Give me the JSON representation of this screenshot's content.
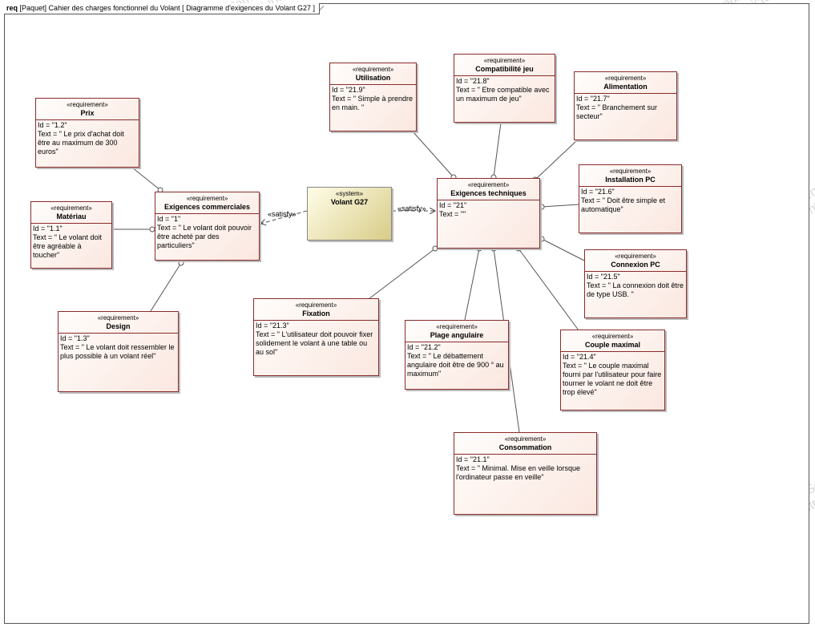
{
  "frame": {
    "kind": "req",
    "title": "[Paquet] Cahier des charges fonctionnel du Volant [ Diagramme d'exigences du Volant G27 ]"
  },
  "watermark": {
    "line1": "Version Académique pour Professeur Seulement",
    "line2": "Le Développement Commercial est strictement interdit"
  },
  "system": {
    "stereotype": "«system»",
    "name": "Volant G27"
  },
  "relations": {
    "satisfy_label": "«satisfy»"
  },
  "requirements": {
    "prix": {
      "stereotype": "«requirement»",
      "name": "Prix",
      "id": "Id = \"1.2\"",
      "text": "Text = \" Le prix d'achat doit être au maximum de 300 euros\""
    },
    "materiau": {
      "stereotype": "«requirement»",
      "name": "Matériau",
      "id": "Id = \"1.1\"",
      "text": "Text = \" Le volant doit être agréable à toucher\""
    },
    "commerciales": {
      "stereotype": "«requirement»",
      "name": "Exigences commerciales",
      "id": "Id = \"1\"",
      "text": "Text = \" Le volant doit pouvoir être acheté par des particuliers\""
    },
    "design": {
      "stereotype": "«requirement»",
      "name": "Design",
      "id": "Id = \"1.3\"",
      "text": "Text = \" Le volant doit ressembler le plus possible à un volant réel\""
    },
    "techniques": {
      "stereotype": "«requirement»",
      "name": "Exigences techniques",
      "id": "Id = \"21\"",
      "text": "Text = \"\""
    },
    "utilisation": {
      "stereotype": "«requirement»",
      "name": "Utilisation",
      "id": "Id = \"21.9\"",
      "text": "Text = \" Simple à prendre en main. \""
    },
    "compatibilite": {
      "stereotype": "«requirement»",
      "name": "Compatibilité jeu",
      "id": "Id = \"21.8\"",
      "text": "Text = \" Etre compatible avec un maximum de jeu\""
    },
    "alimentation": {
      "stereotype": "«requirement»",
      "name": "Alimentation",
      "id": "Id = \"21.7\"",
      "text": "Text = \" Branchement sur secteur\""
    },
    "installation": {
      "stereotype": "«requirement»",
      "name": "Installation PC",
      "id": "Id = \"21.6\"",
      "text": "Text = \" Doit être simple et automatique\""
    },
    "connexion": {
      "stereotype": "«requirement»",
      "name": "Connexion PC",
      "id": "Id = \"21.5\"",
      "text": "Text = \" La connexion doit être de type USB. \""
    },
    "couple": {
      "stereotype": "«requirement»",
      "name": "Couple maximal",
      "id": "Id = \"21.4\"",
      "text": "Text = \" Le couple maximal fourni par l'utilisateur pour faire tourner le volant ne doit être trop élevé\""
    },
    "fixation": {
      "stereotype": "«requirement»",
      "name": "Fixation",
      "id": "Id = \"21.3\"",
      "text": "Text = \" L'utilisateur doit pouvoir fixer solidement le volant à une table ou au sol\""
    },
    "plage": {
      "stereotype": "«requirement»",
      "name": "Plage angulaire",
      "id": "Id = \"21.2\"",
      "text": "Text = \" Le débattement angulaire doit être de 900 ° au maximum\""
    },
    "consommation": {
      "stereotype": "«requirement»",
      "name": "Consommation",
      "id": "Id = \"21.1\"",
      "text": "Text = \" Minimal. Mise en veille lorsque l'ordinateur passe en veille\""
    }
  }
}
